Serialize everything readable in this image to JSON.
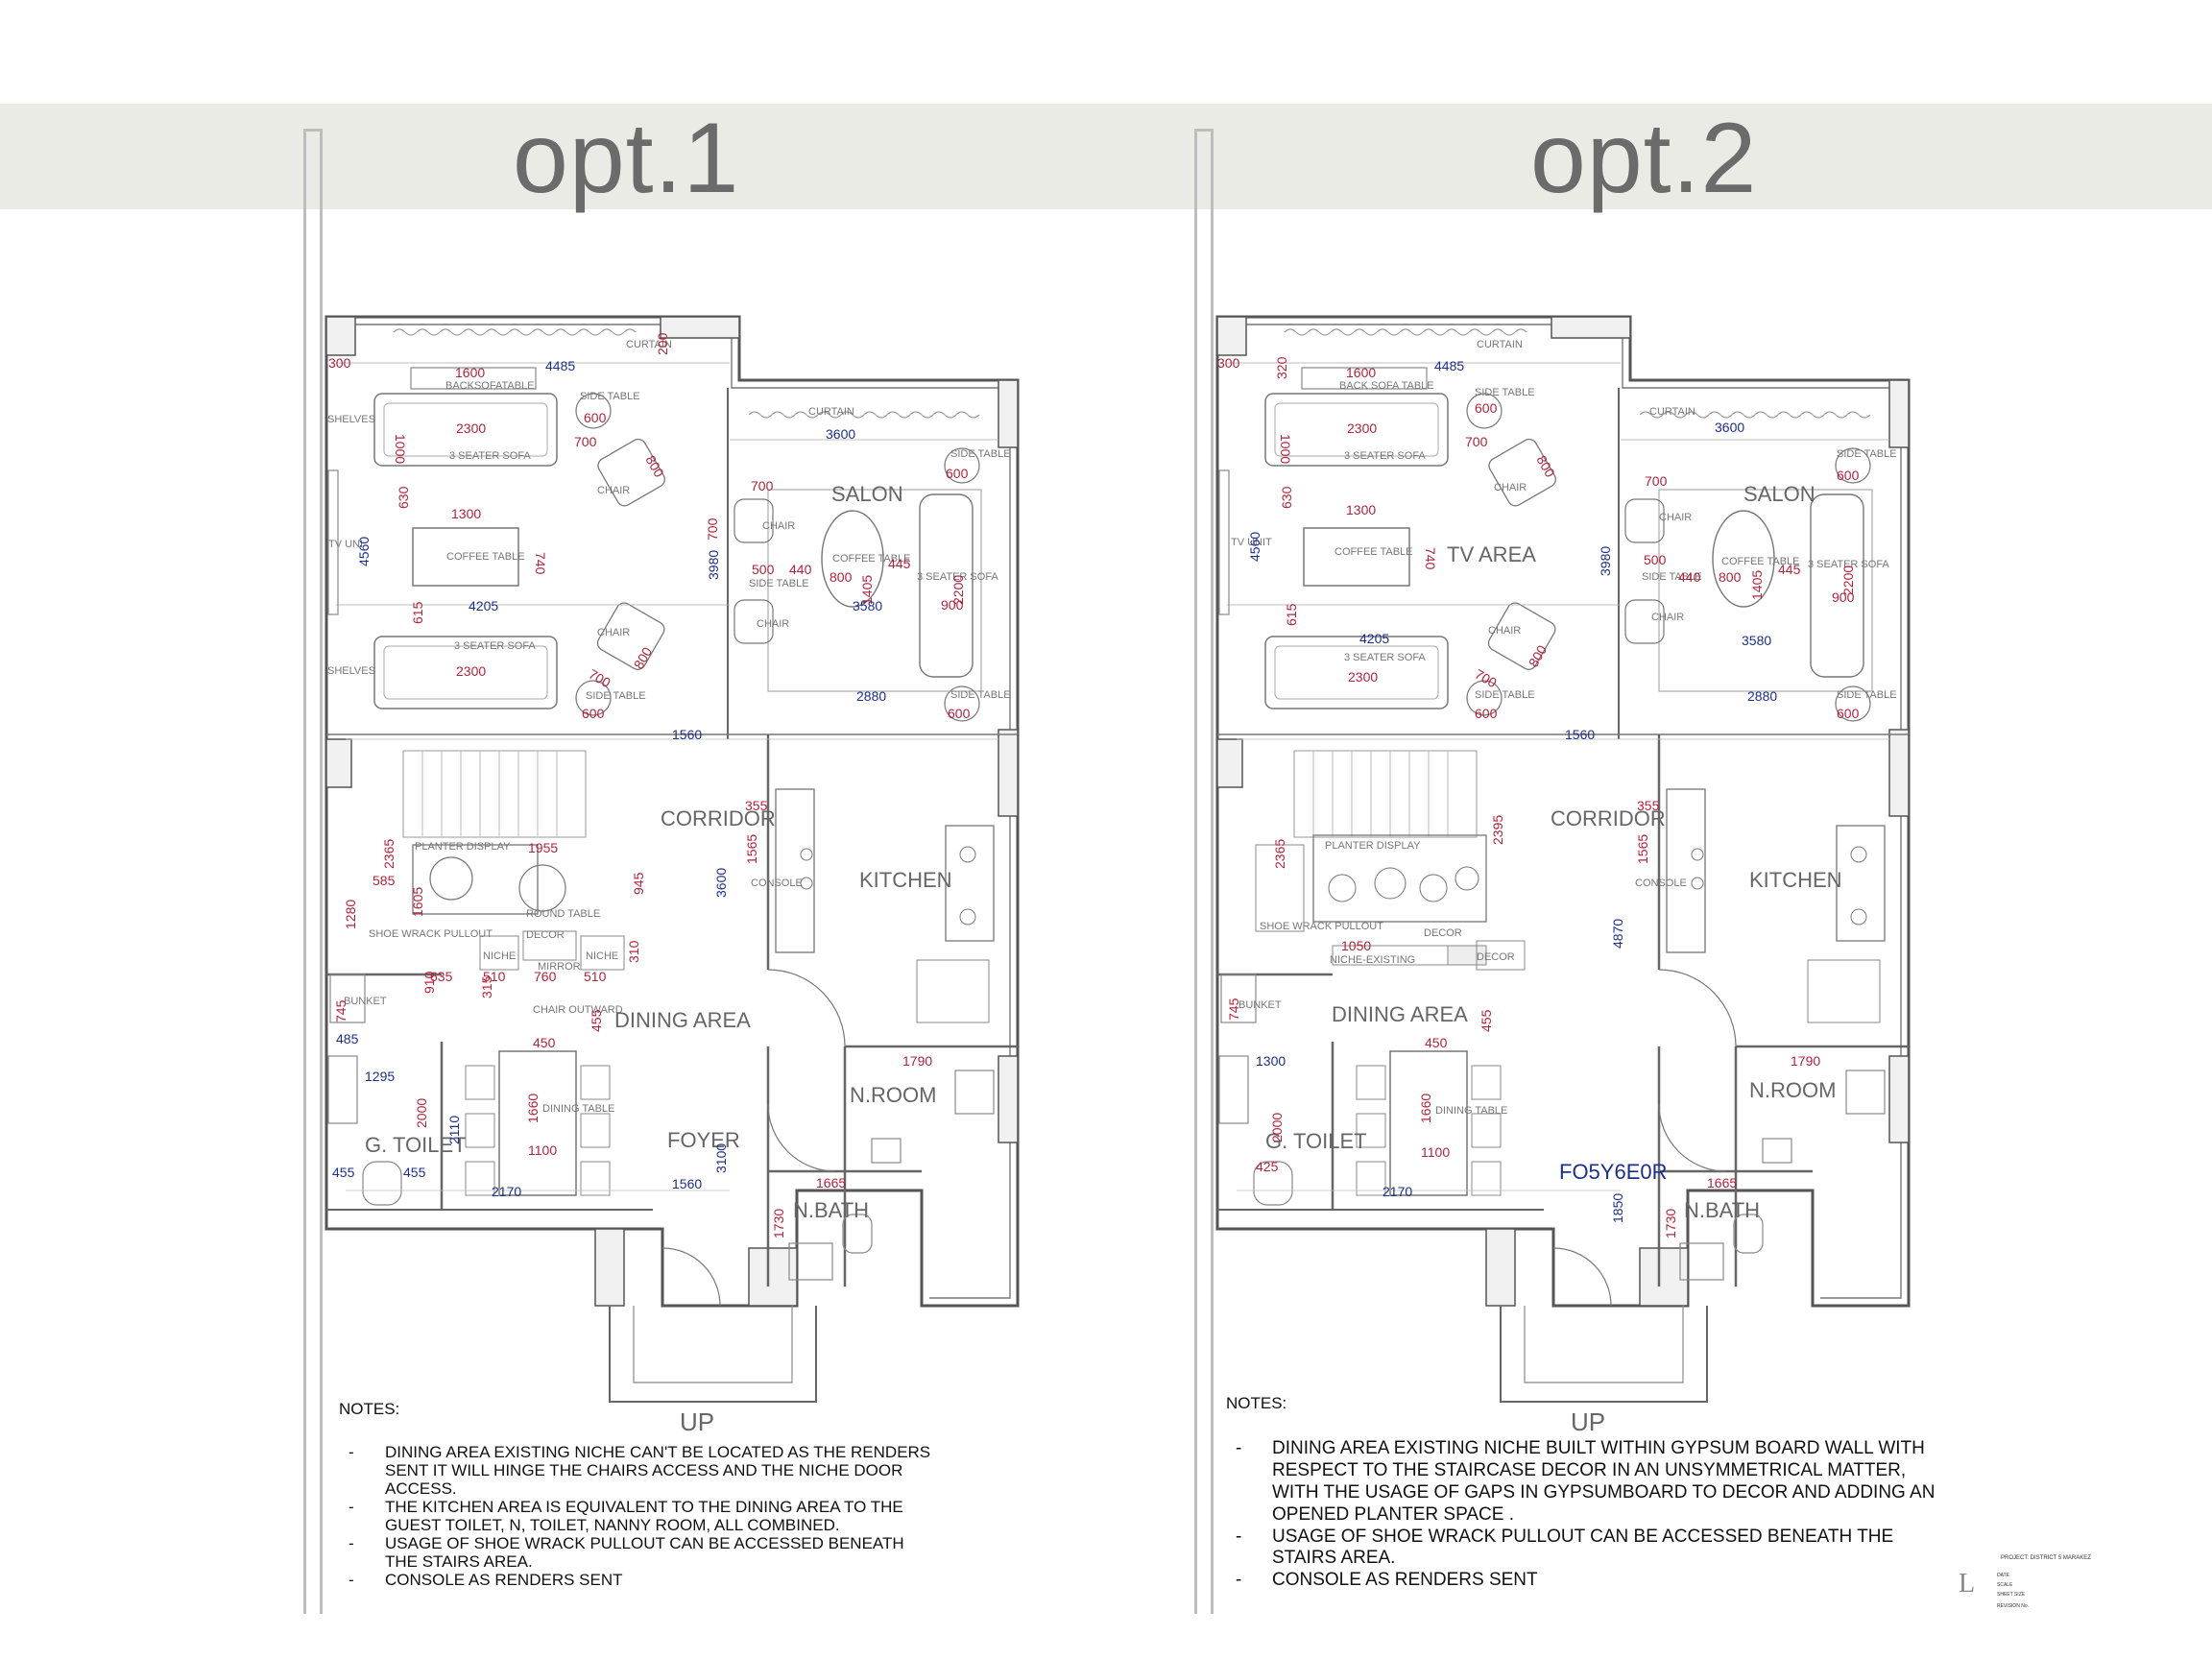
{
  "options": [
    {
      "title": "opt.1"
    },
    {
      "title": "opt.2"
    }
  ],
  "colors": {
    "dim_red": "#b0243c",
    "dim_blue": "#1e2f8a",
    "wall": "#555555",
    "label": "#666666"
  },
  "plan1": {
    "rooms": {
      "salon": "SALON",
      "corridor": "CORRIDOR",
      "kitchen": "KITCHEN",
      "dining": "DINING AREA",
      "foyer": "FOYER",
      "nroom": "N.ROOM",
      "nbath": "N.BATH",
      "gtoilet": "G. TOILET",
      "up": "UP"
    },
    "furniture": {
      "curtain1": "CURTAIN",
      "curtain2": "CURTAIN",
      "backsofa": "BACKSOFATABLE",
      "sidetable1": "SIDE TABLE",
      "shelves1": "SHELVES",
      "shelves2": "SHELVES",
      "sofa3a": "3 SEATER SOFA",
      "sofa3b": "3 SEATER SOFA",
      "sofa3c": "3 SEATER SOFA",
      "chair1": "CHAIR",
      "chair2": "CHAIR",
      "chair3": "CHAIR",
      "chair4": "CHAIR",
      "coffeetable1": "COFFEE TABLE",
      "coffeetable2": "COFFEE TABLE",
      "tvunit": "TV UNI",
      "sidetable2": "SIDE TABLE",
      "sidetable3": "SIDE TABLE",
      "sidetable4": "SIDE TABLE",
      "sidetable5": "SIDE TABLE",
      "planter": "PLANTER DISPLAY",
      "roundtable": "ROUND TABLE",
      "shoewrack": "SHOE WRACK PULLOUT",
      "decor": "DECOR",
      "niche1": "NICHE",
      "niche2": "NICHE",
      "mirror": "MIRROR",
      "bunket": "BUNKET",
      "chairoutward": "CHAIR OUTWARD",
      "diningtable": "DINING TABLE",
      "console": "CONSOLE"
    },
    "dims_red": [
      "1600",
      "600",
      "2300",
      "1000",
      "700",
      "800",
      "630",
      "1300",
      "740",
      "615",
      "700",
      "800",
      "2300",
      "700",
      "600",
      "700",
      "500",
      "440",
      "800",
      "1405",
      "445",
      "2200",
      "900",
      "600",
      "600",
      "355",
      "1565",
      "945",
      "585",
      "1605",
      "1280",
      "2365",
      "1955",
      "310",
      "910",
      "635",
      "510",
      "760",
      "510",
      "315",
      "455",
      "450",
      "1660",
      "1100",
      "745",
      "2000",
      "1790",
      "1665",
      "1730",
      "200",
      "300"
    ],
    "dims_blue": [
      "4485",
      "3600",
      "4560",
      "4205",
      "3980",
      "3580",
      "2880",
      "1560",
      "3600",
      "485",
      "1295",
      "2110",
      "455",
      "455",
      "2170",
      "1560",
      "3100"
    ]
  },
  "plan2": {
    "rooms": {
      "salon": "SALON",
      "tvarea": "TV AREA",
      "corridor": "CORRIDOR",
      "kitchen": "KITCHEN",
      "dining": "DINING AREA",
      "foyer": "FO5Y6E0R",
      "nroom": "N.ROOM",
      "nbath": "N.BATH",
      "gtoilet": "G. TOILET",
      "up": "UP"
    },
    "furniture": {
      "curtain1": "CURTAIN",
      "curtain2": "CURTAIN",
      "backsofa": "BACK SOFA TABLE",
      "sidetable1": "SIDE TABLE",
      "sofa3a": "3 SEATER SOFA",
      "sofa3b": "3 SEATER SOFA",
      "sofa3c": "3 SEATER SOFA",
      "chair1": "CHAIR",
      "chair2": "CHAIR",
      "chair3": "CHAIR",
      "chair4": "CHAIR",
      "coffeetable1": "COFFEE TABLE",
      "coffeetable2": "COFFEE TABLE",
      "tvunit": "TV UNIT",
      "sidetable2": "SIDE TABLE",
      "sidetable3": "SIDE TABLE",
      "sidetable4": "SIDE TABLE",
      "sidetable5": "SIDE TABLE",
      "planter": "PLANTER DISPLAY",
      "shoewrack": "SHOE WRACK PULLOUT",
      "decor1": "DECOR",
      "decor2": "DECOR",
      "nicheexisting": "NICHE-EXISTING",
      "bunket": "BUNKET",
      "diningtable": "DINING TABLE",
      "console": "CONSOLE"
    },
    "dims_red": [
      "1600",
      "320",
      "600",
      "2300",
      "1000",
      "700",
      "800",
      "630",
      "1300",
      "740",
      "615",
      "700",
      "800",
      "2300",
      "600",
      "700",
      "500",
      "440",
      "800",
      "1405",
      "445",
      "2200",
      "900",
      "600",
      "600",
      "355",
      "1565",
      "2395",
      "2365",
      "1050",
      "455",
      "450",
      "1660",
      "1100",
      "745",
      "2000",
      "425",
      "1790",
      "1665",
      "1730",
      "300"
    ],
    "dims_blue": [
      "4485",
      "3600",
      "4560",
      "4205",
      "3980",
      "3580",
      "2880",
      "1560",
      "4870",
      "1300",
      "2170",
      "1850"
    ]
  },
  "notes1": {
    "header": "NOTES:",
    "items": [
      "DINING AREA EXISTING NICHE CAN'T BE LOCATED AS THE RENDERS SENT IT WILL HINGE THE CHAIRS ACCESS AND THE NICHE DOOR ACCESS.",
      "THE KITCHEN AREA IS EQUIVALENT TO THE DINING AREA TO THE GUEST TOILET, N, TOILET, NANNY ROOM, ALL COMBINED.",
      "USAGE OF SHOE WRACK PULLOUT CAN BE ACCESSED BENEATH THE STAIRS AREA.",
      "CONSOLE AS RENDERS SENT"
    ]
  },
  "notes2": {
    "header": "NOTES:",
    "items": [
      "DINING AREA EXISTING NICHE BUILT WITHIN GYPSUM BOARD WALL WITH RESPECT TO THE STAIRCASE DECOR IN AN UNSYMMETRICAL MATTER, WITH THE USAGE OF GAPS IN GYPSUMBOARD TO DECOR AND ADDING AN OPENED PLANTER SPACE .",
      "USAGE OF SHOE WRACK PULLOUT CAN BE ACCESSED BENEATH THE STAIRS AREA.",
      "CONSOLE AS RENDERS SENT"
    ]
  },
  "titleblock": {
    "logo": "L",
    "project": "PROJECT: DISTRICT 5 MARAKEZ",
    "date": "DATE",
    "scale": "SCALE",
    "sheet": "SHEET SIZE",
    "revision": "REVISION No."
  }
}
